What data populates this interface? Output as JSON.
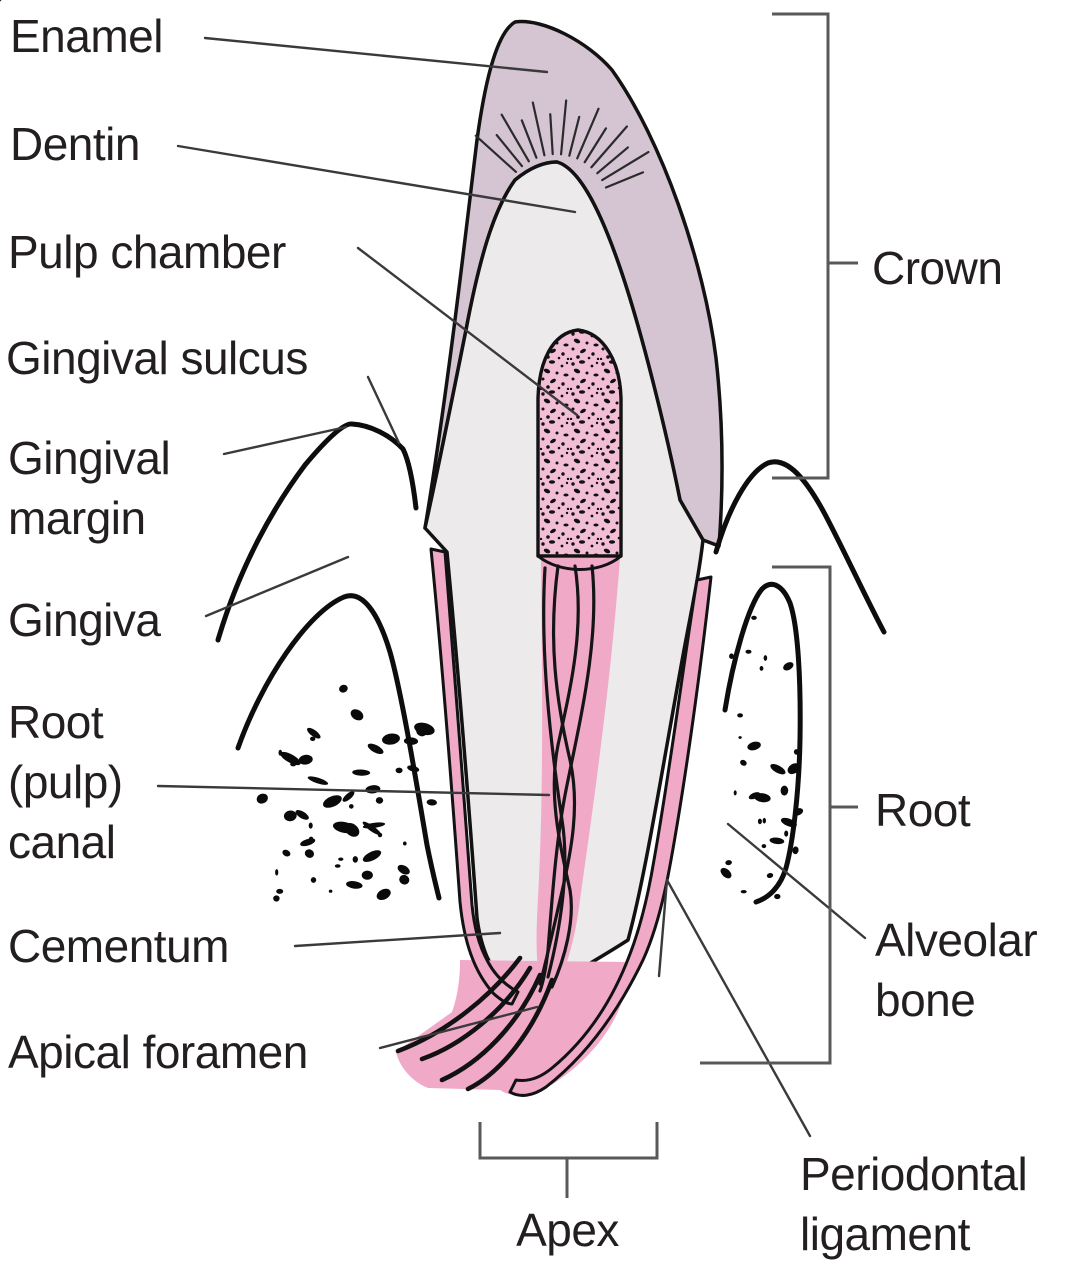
{
  "figure": {
    "title": "Tooth anatomy cross-section diagram",
    "labels": {
      "enamel": "Enamel",
      "dentin": "Dentin",
      "pulp_chamber": "Pulp chamber",
      "gingival_sulcus": "Gingival sulcus",
      "gingival_margin": "Gingival margin",
      "gingiva": "Gingiva",
      "root_pulp_canal": "Root (pulp) canal",
      "cementum": "Cementum",
      "apical_foramen": "Apical foramen",
      "crown": "Crown",
      "root": "Root",
      "alveolar_bone": "Alveolar bone",
      "periodontal_ligament": "Periodontal ligament",
      "apex": "Apex"
    },
    "colors": {
      "enamel_fill": "#d5c4d1",
      "dentin_fill": "#eceaeb",
      "pulp_chamber_fill": "#f2bed5",
      "canal_cementum_fill": "#f1a9c8",
      "ink": "#231f20",
      "outline": "#121212",
      "leader": "#3a3a3a",
      "bracket": "#58595b",
      "background": "#ffffff"
    }
  }
}
